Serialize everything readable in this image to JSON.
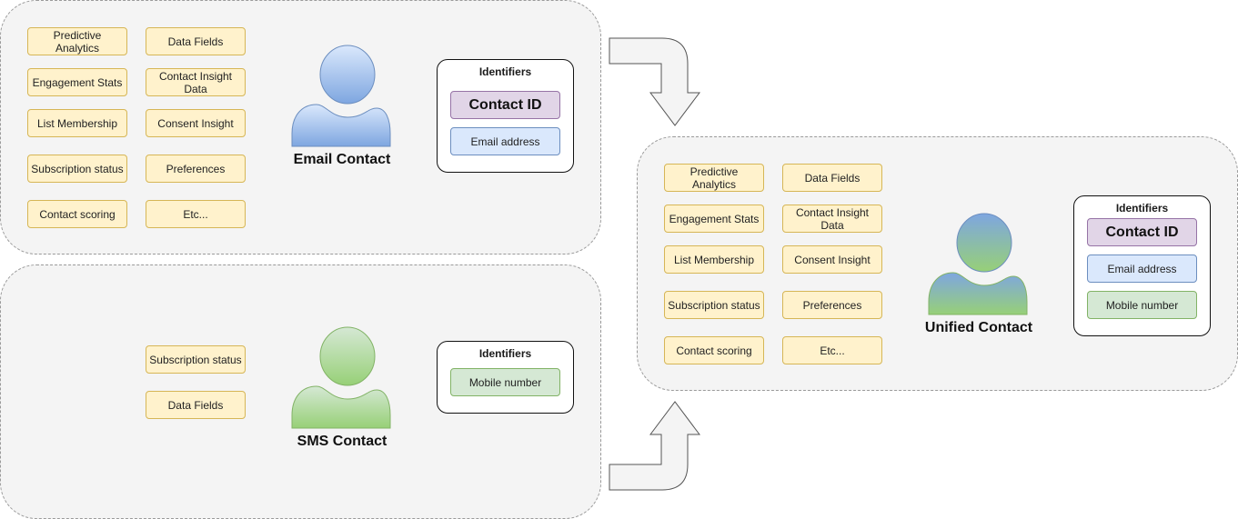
{
  "email_panel": {
    "chips": [
      "Predictive Analytics",
      "Data Fields",
      "Engagement Stats",
      "Contact Insight Data",
      "List Membership",
      "Consent Insight",
      "Subscription status",
      "Preferences",
      "Contact scoring",
      "Etc..."
    ],
    "person_label": "Email Contact",
    "identifiers": {
      "header": "Identifiers",
      "fields": [
        "Contact ID",
        "Email address"
      ]
    }
  },
  "sms_panel": {
    "chips": [
      "Subscription status",
      "Data Fields"
    ],
    "person_label": "SMS Contact",
    "identifiers": {
      "header": "Identifiers",
      "fields": [
        "Mobile number"
      ]
    }
  },
  "unified_panel": {
    "chips": [
      "Predictive Analytics",
      "Data Fields",
      "Engagement Stats",
      "Contact Insight Data",
      "List Membership",
      "Consent Insight",
      "Subscription status",
      "Preferences",
      "Contact scoring",
      "Etc..."
    ],
    "person_label": "Unified Contact",
    "identifiers": {
      "header": "Identifiers",
      "fields": [
        "Contact ID",
        "Email address",
        "Mobile number"
      ]
    }
  },
  "colors": {
    "chip_fill": "#fff2cc",
    "chip_border": "#d6b656",
    "contact_id_fill": "#e1d5e7",
    "email_fill": "#dae8fc",
    "mobile_fill": "#d5e8d4",
    "email_person": "#7ea6e0",
    "sms_person": "#97d077"
  }
}
